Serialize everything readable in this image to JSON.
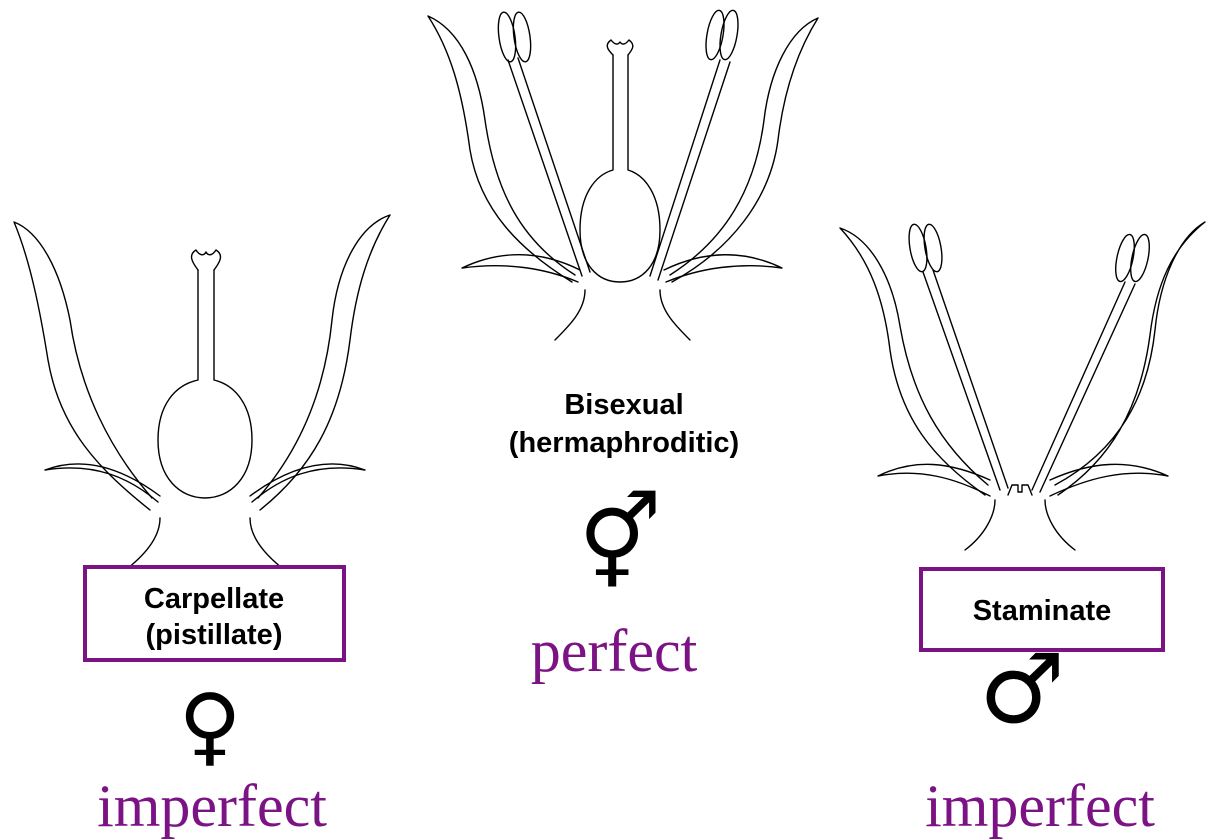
{
  "colors": {
    "accent": "#7b1385",
    "line": "#000000",
    "background": "#ffffff"
  },
  "left": {
    "label_line1": "Carpellate",
    "label_line2": "(pistillate)",
    "symbol": "♀",
    "term": "imperfect"
  },
  "middle": {
    "label_line1": "Bisexual",
    "label_line2": "(hermaphroditic)",
    "symbol": "⚥",
    "term": "perfect"
  },
  "right": {
    "label": "Staminate",
    "symbol": "♂",
    "term": "imperfect"
  }
}
